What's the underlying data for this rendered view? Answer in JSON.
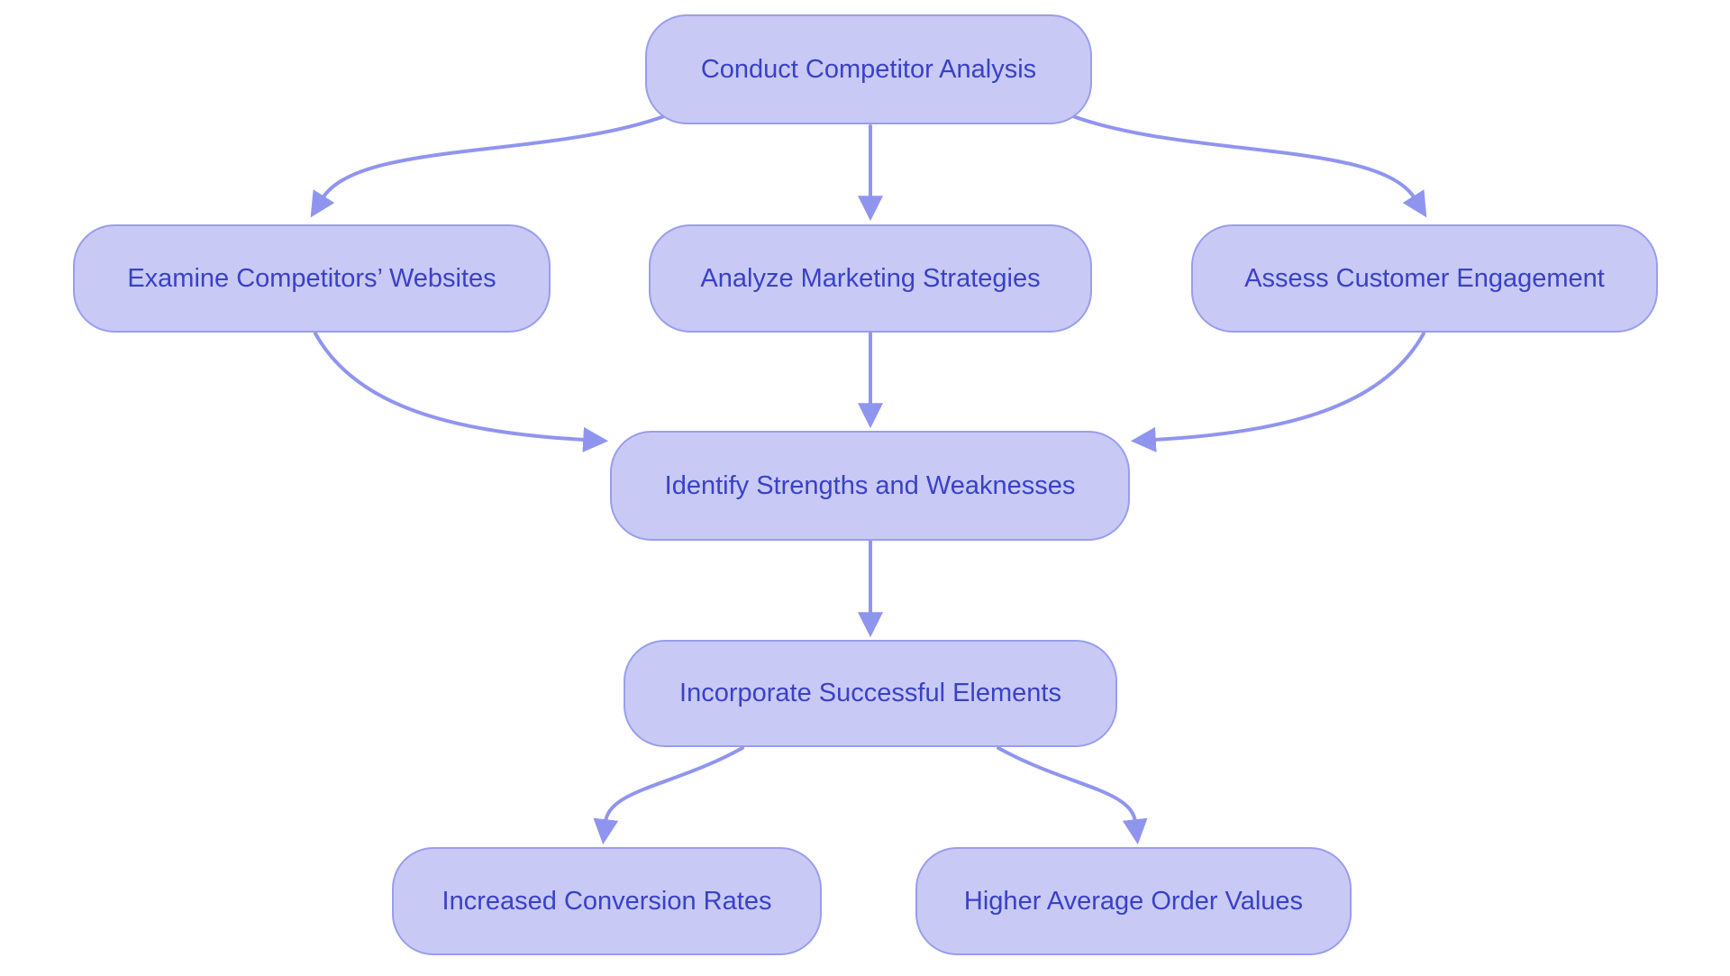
{
  "diagram": {
    "type": "flowchart",
    "direction": "top-down",
    "colors": {
      "background": "#ffffff",
      "node_fill": "#c8caf5",
      "node_border": "#999ded",
      "node_text": "#3a41c6",
      "edge": "#8f95ee"
    },
    "nodes": [
      {
        "id": "conduct",
        "label": "Conduct Competitor Analysis"
      },
      {
        "id": "examine",
        "label": "Examine Competitors’ Websites"
      },
      {
        "id": "analyze",
        "label": "Analyze Marketing Strategies"
      },
      {
        "id": "assess",
        "label": "Assess Customer Engagement"
      },
      {
        "id": "identify",
        "label": "Identify Strengths and Weaknesses"
      },
      {
        "id": "incorporate",
        "label": "Incorporate Successful Elements"
      },
      {
        "id": "increased",
        "label": "Increased Conversion Rates"
      },
      {
        "id": "higher",
        "label": "Higher Average Order Values"
      }
    ],
    "edges": [
      {
        "from": "conduct",
        "to": "examine"
      },
      {
        "from": "conduct",
        "to": "analyze"
      },
      {
        "from": "conduct",
        "to": "assess"
      },
      {
        "from": "examine",
        "to": "identify"
      },
      {
        "from": "analyze",
        "to": "identify"
      },
      {
        "from": "assess",
        "to": "identify"
      },
      {
        "from": "identify",
        "to": "incorporate"
      },
      {
        "from": "incorporate",
        "to": "increased"
      },
      {
        "from": "incorporate",
        "to": "higher"
      }
    ]
  }
}
